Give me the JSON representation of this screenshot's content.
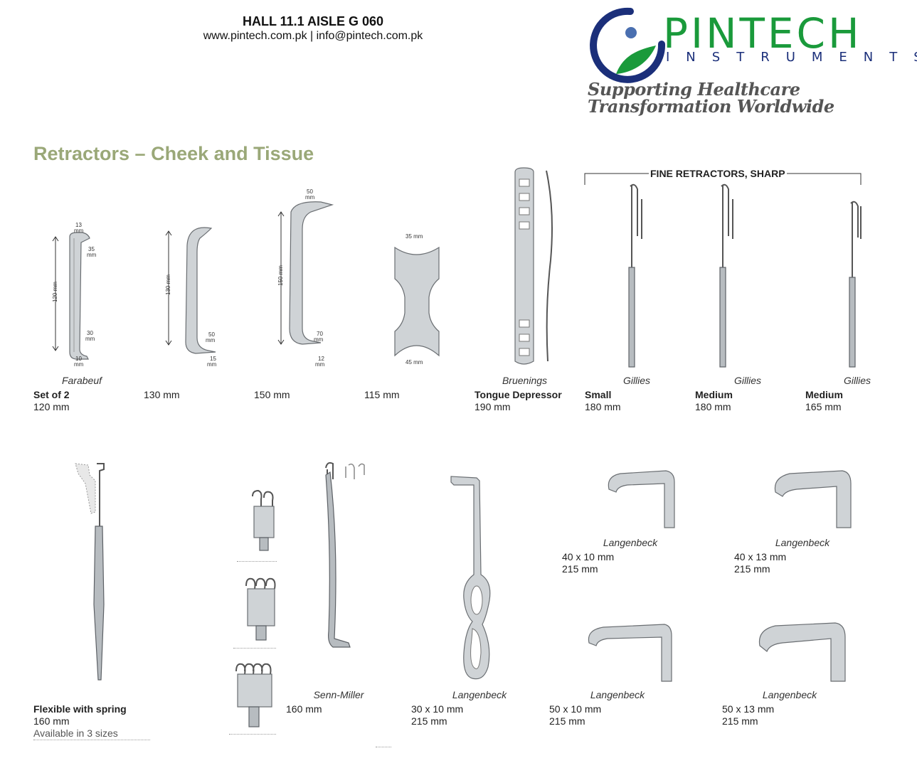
{
  "header": {
    "hall": "HALL 11.1 AISLE G 060",
    "contact": "www.pintech.com.pk | info@pintech.com.pk"
  },
  "logo": {
    "name": "PINTECH",
    "sub": "INSTRUMENTS",
    "tagline": "Supporting Healthcare Transformation Worldwide",
    "colors": {
      "green": "#1a9a3b",
      "navy": "#1b2f7a"
    }
  },
  "title": "Retractors – Cheek and Tissue",
  "accent_color": "#9aa878",
  "fine_header": "FINE RETRACTORS, SHARP",
  "dims": {
    "r1": {
      "top": "13",
      "mid": "35",
      "bot1": "30",
      "bot2": "10",
      "len": "120 mm",
      "unit": "mm"
    },
    "r2": {
      "len": "130 mm",
      "a": "50",
      "b": "15",
      "unit": "mm"
    },
    "r3": {
      "top": "50",
      "len": "150 mm",
      "a": "70",
      "b": "12",
      "unit": "mm"
    },
    "r4": {
      "top": "35 mm",
      "bot": "45 mm"
    }
  },
  "row1": [
    {
      "name": "Farabeuf",
      "l1": "Set of 2",
      "l2": "120 mm"
    },
    {
      "name": "",
      "l1": "130 mm",
      "l2": ""
    },
    {
      "name": "",
      "l1": "150 mm",
      "l2": ""
    },
    {
      "name": "",
      "l1": "115 mm",
      "l2": ""
    },
    {
      "name": "Bruenings",
      "l1": "Tongue Depressor",
      "l2": "190 mm"
    },
    {
      "name": "Gillies",
      "l1": "Small",
      "l2": "180 mm"
    },
    {
      "name": "Gillies",
      "l1": "Medium",
      "l2": "180 mm"
    },
    {
      "name": "Gillies",
      "l1": "Medium",
      "l2": "165 mm"
    }
  ],
  "row2": {
    "flex": {
      "l1": "Flexible with spring",
      "l2": "160 mm",
      "l3": "Available in 3 sizes"
    },
    "senn": {
      "name": "Senn-Miller",
      "l1": "160 mm"
    },
    "lang1": {
      "name": "Langenbeck",
      "l1": "30 x 10 mm",
      "l2": "215 mm"
    },
    "lang_tl": {
      "name": "Langenbeck",
      "l1": "40 x 10 mm",
      "l2": "215 mm"
    },
    "lang_tr": {
      "name": "Langenbeck",
      "l1": "40 x 13 mm",
      "l2": "215 mm"
    },
    "lang_bl": {
      "name": "Langenbeck",
      "l1": "50 x 10 mm",
      "l2": "215 mm"
    },
    "lang_br": {
      "name": "Langenbeck",
      "l1": "50 x 13 mm",
      "l2": "215 mm"
    }
  }
}
